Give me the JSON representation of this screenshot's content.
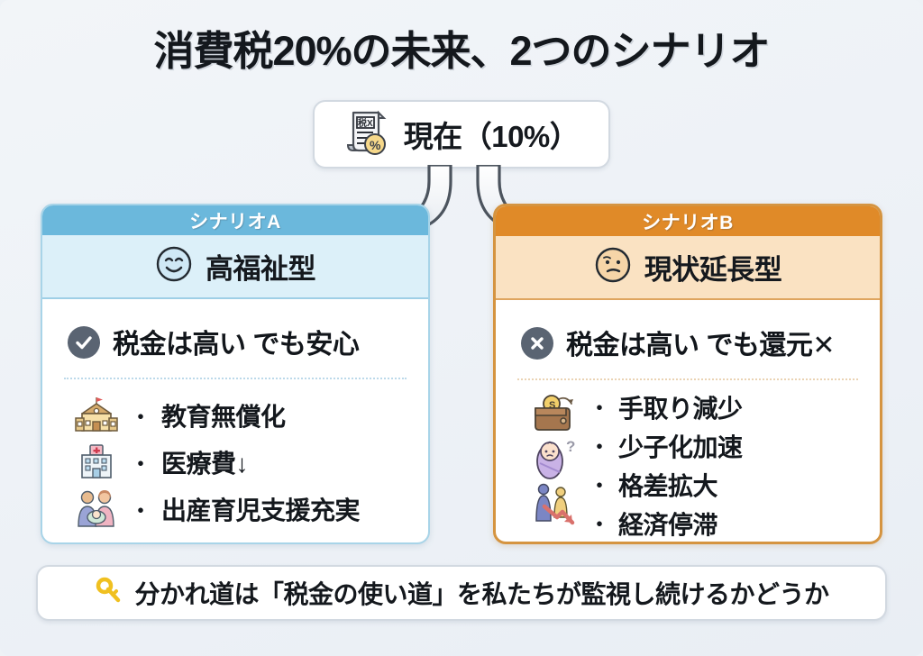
{
  "title": "消費税20%の未来、2つのシナリオ",
  "current": {
    "icon": "tax-receipt-icon",
    "label": "現在（10%）"
  },
  "fork": {
    "icon": "fork-arrow-icon"
  },
  "scenarios": [
    {
      "id": "A",
      "header": "シナリオA",
      "face_icon": "smiling-face-icon",
      "subtitle": "高福祉型",
      "badge_icon": "check-circle-icon",
      "tax_text": "税金は高い でも安心",
      "header_color": "#6bb8dc",
      "band_color": "#dcf0f9",
      "highlight_color": "#c7e6c8",
      "border_color": "#a8d4e8",
      "bullets": [
        {
          "icon": "school-building-icon",
          "bullet": "・",
          "text": "教育無償化"
        },
        {
          "icon": "hospital-icon",
          "bullet": "・",
          "text": "医療費↓"
        },
        {
          "icon": "family-with-baby-icon",
          "bullet": "・",
          "text": "出産育児支援充実"
        }
      ]
    },
    {
      "id": "B",
      "header": "シナリオB",
      "face_icon": "worried-face-icon",
      "subtitle": "現状延長型",
      "badge_icon": "cross-circle-icon",
      "tax_text": "税金は高い でも還元✕",
      "header_color": "#e08a28",
      "band_color": "#fae2c2",
      "highlight_color": "#f5d6bc",
      "border_color": "#d59440",
      "icons": [
        "wallet-coin-out-icon",
        "baby-question-icon",
        "declining-economy-icon"
      ],
      "bullets": [
        {
          "bullet": "・",
          "text": "手取り減少"
        },
        {
          "bullet": "・",
          "text": "少子化加速"
        },
        {
          "bullet": "・",
          "text": "格差拡大"
        },
        {
          "bullet": "・",
          "text": "経済停滞"
        }
      ]
    }
  ],
  "footer": {
    "icon": "key-icon",
    "text": "分かれ道は「税金の使い道」を私たちが監視し続けるかどうか"
  }
}
